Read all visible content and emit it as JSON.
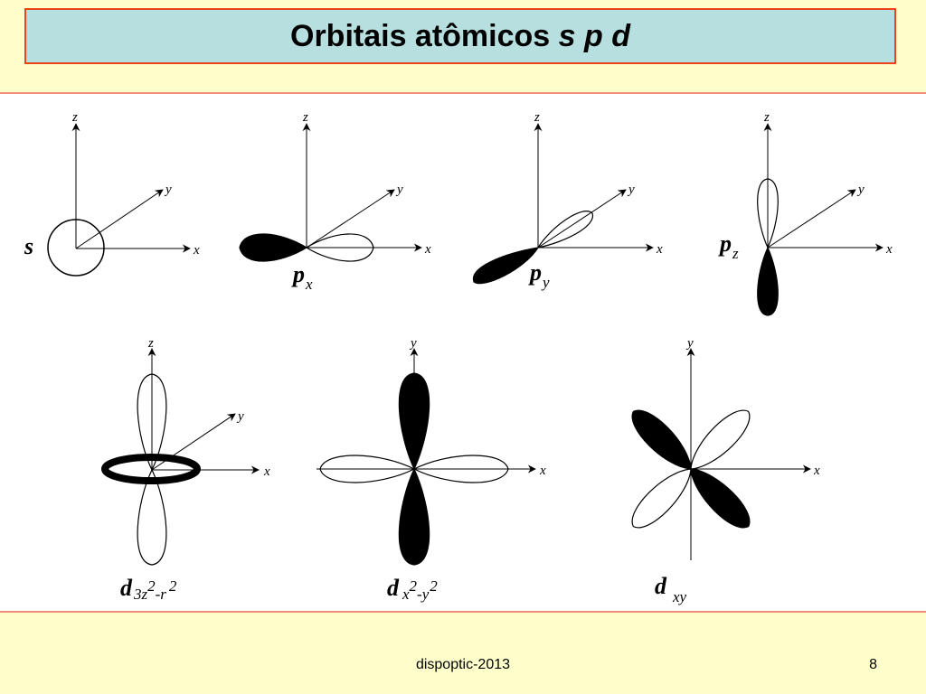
{
  "title": {
    "main": "Orbitais atômicos ",
    "emphasis": "s p d"
  },
  "axis_labels": {
    "x": "x",
    "y": "y",
    "z": "z"
  },
  "orbitals": {
    "s": {
      "symbol": "s"
    },
    "px": {
      "symbol": "p",
      "subscript": "x"
    },
    "py": {
      "symbol": "p",
      "subscript": "y"
    },
    "pz": {
      "symbol": "p",
      "subscript": "z"
    },
    "dz2": {
      "symbol": "d",
      "sub_part1": "3z",
      "sup1": "2",
      "sub_part2": "-r",
      "sup2": "2"
    },
    "dx2y2": {
      "symbol": "d",
      "sub_part1": "x",
      "sup1": "2",
      "sub_part2": "-y",
      "sup2": "2"
    },
    "dxy": {
      "symbol": "d",
      "subscript": "xy"
    }
  },
  "footer": {
    "center_text": "dispoptic-2013",
    "page_number": "8"
  },
  "colors": {
    "background": "#ffffcc",
    "title_fill": "#b7dfe0",
    "title_border": "#e8451e",
    "rule": "#f08c78"
  }
}
